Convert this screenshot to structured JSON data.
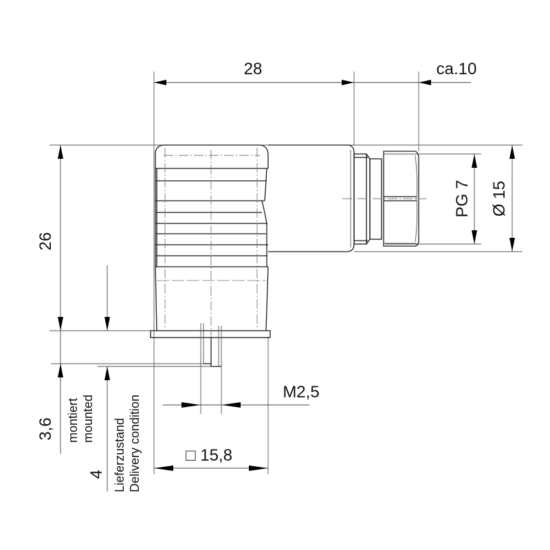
{
  "drawing": {
    "title": "Angled valve connector dimension drawing",
    "colors": {
      "line": "#1a1a1a",
      "dimension": "#444444",
      "background": "#ffffff"
    }
  },
  "dimensions": {
    "overall_width": "28",
    "gland_length": "ca.10",
    "height": "26",
    "thread": "PG 7",
    "outer_diameter": "Ø 15",
    "screw": "M2,5",
    "flange_square": "□ 15,8",
    "mounted_offset": "3,6",
    "delivery_offset": "4"
  },
  "labels": {
    "mounted_de": "montiert",
    "mounted_en": "mounted",
    "delivery_de": "Lieferzustand",
    "delivery_en": "Delivery condition"
  }
}
